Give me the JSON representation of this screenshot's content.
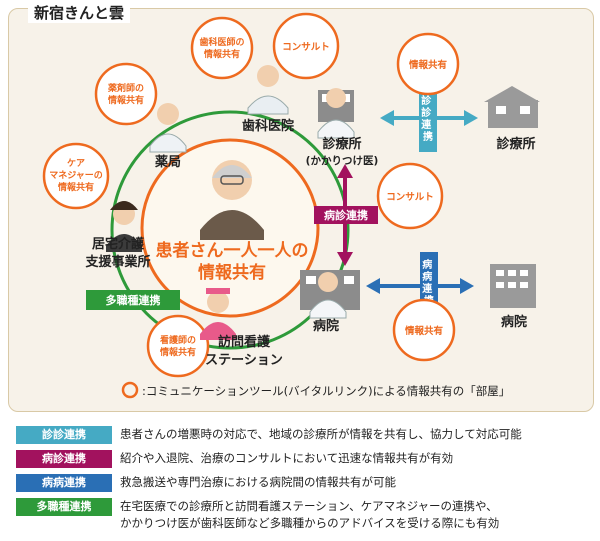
{
  "title": "新宿きんと雲",
  "center": {
    "line1": "患者さん一人一人の",
    "line2": "情報共有"
  },
  "nodes": {
    "dental": "歯科医院",
    "pharmacy": "薬局",
    "clinic_line1": "診療所",
    "clinic_line2": "(かかりつけ医)",
    "clinic_right": "診療所",
    "care_line1": "居宅介護",
    "care_line2": "支援事業所",
    "visit_line1": "訪問看護",
    "visit_line2": "ステーション",
    "hospital": "病院",
    "hospital_right": "病院"
  },
  "bubbles": {
    "dentist_line1": "歯科医師の",
    "dentist_line2": "情報共有",
    "consult_top": "コンサルト",
    "info_share_top": "情報共有",
    "pharmacist_line1": "薬剤師の",
    "pharmacist_line2": "情報共有",
    "care_line1": "ケア",
    "care_line2": "マネジャーの",
    "care_line3": "情報共有",
    "consult_mid": "コンサルト",
    "nurse_line1": "看護師の",
    "nurse_line2": "情報共有",
    "info_share_bottom": "情報共有"
  },
  "links": {
    "shinshin": "診診連携",
    "byoshin": "病診連携",
    "byobyo": "病病連携",
    "tashokushu": "多職種連携"
  },
  "footer_note": ":コミュニケーションツール(バイタルリンク)による情報共有の「部屋」",
  "legend": [
    {
      "tag": "診診連携",
      "color": "#45aac4",
      "desc": "患者さんの増悪時の対応で、地域の診療所が情報を共有し、協力して対応可能"
    },
    {
      "tag": "病診連携",
      "color": "#a2125e",
      "desc": "紹介や入退院、治療のコンサルトにおいて迅速な情報共有が有効"
    },
    {
      "tag": "病病連携",
      "color": "#2a6fb5",
      "desc": "救急搬送や専門治療における病院間の情報共有が可能"
    },
    {
      "tag": "多職種連携",
      "color": "#2e9a3a",
      "desc_line1": "在宅医療での診療所と訪問看護ステーション、ケアマネジャーの連携や、",
      "desc_line2": "かかりつけ医が歯科医師など多職種からのアドバイスを受ける際にも有効"
    }
  ],
  "colors": {
    "orange": "#ee6a1f",
    "green": "#2e9a3a",
    "teal": "#45aac4",
    "magenta": "#a2125e",
    "blue": "#2a6fb5",
    "gray": "#8c8c8c",
    "beige": "#f7f2e9"
  }
}
